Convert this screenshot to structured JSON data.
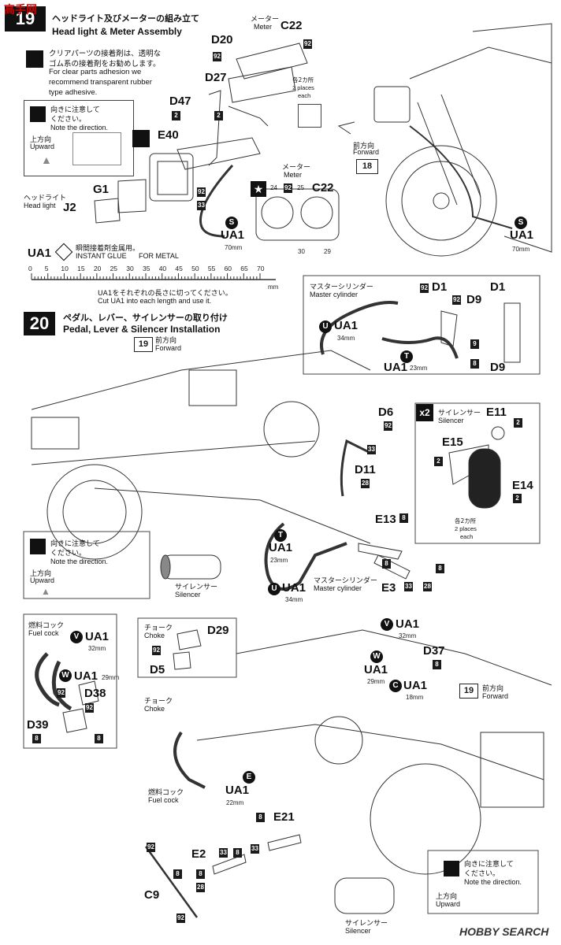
{
  "watermark": {
    "site_logo_text": "高手网",
    "corner_brand": "HOBBY SEARCH"
  },
  "step19": {
    "number": "19",
    "title_jp": "ヘッドライト及びメーターの組み立て",
    "title_en": "Head light & Meter Assembly",
    "note_jp_1": "クリアパーツの接着剤は、透明な",
    "note_jp_2": "ゴム系の接着剤をお勧めします。",
    "note_en_1": "For clear parts adhesion we",
    "note_en_2": "recommend transparent rubber",
    "note_en_3": "type adhesive.",
    "direction_jp_1": "向きに注意して",
    "direction_jp_2": "ください。",
    "direction_en": "Note the direction.",
    "upward_jp": "上方向",
    "upward_en": "Upward",
    "headlight_jp": "ヘッドライト",
    "headlight_en": "Head light",
    "meter_jp": "メーター",
    "meter_en": "Meter",
    "places_jp": "各2カ所",
    "places_en_1": "2 places",
    "places_en_2": "each",
    "forward_jp": "前方向",
    "forward_en": "Forward",
    "ref_step": "18",
    "parts": {
      "c22_top": "C22",
      "d20": "D20",
      "d27": "D27",
      "d47": "D47",
      "e40": "E40",
      "g1": "G1",
      "j2": "J2",
      "c22_meter": "C22",
      "ua1_s": "UA1",
      "ua1_s_right": "UA1"
    },
    "colors": {
      "c92": "92",
      "c2a": "2",
      "c2b": "2",
      "c33": "33",
      "c92b": "92",
      "c24": "24",
      "c92c": "92",
      "c25": "25",
      "c30": "30",
      "c29": "29"
    },
    "tube_letter": "S",
    "tube_len": "70mm",
    "tube_len_right": "70mm"
  },
  "ua1_ruler": {
    "label": "UA1",
    "desc_jp": "瞬間接着剤金属用。",
    "desc_en_1": "INSTANT GLUE",
    "desc_en_2": "FOR METAL",
    "ticks": [
      "0",
      "5",
      "10",
      "15",
      "20",
      "25",
      "30",
      "35",
      "40",
      "45",
      "50",
      "55",
      "60",
      "65",
      "70"
    ],
    "unit": "mm",
    "cut_jp": "UA1をそれぞれの長さに切ってください。",
    "cut_en": "Cut UA1 into each length and use it."
  },
  "step20": {
    "number": "20",
    "title_jp": "ペダル、レバー、サイレンサーの取り付け",
    "title_en": "Pedal, Lever & Silencer Installation",
    "ref_step": "19",
    "forward_jp": "前方向",
    "forward_en": "Forward",
    "master_jp": "マスターシリンダー",
    "master_en": "Master cylinder",
    "silencer_jp": "サイレンサー",
    "silencer_en": "Silencer",
    "x2": "x2",
    "places_jp": "各2カ所",
    "places_en_1": "2 places",
    "places_en_2": "each",
    "direction_jp_1": "向きに注意して",
    "direction_jp_2": "ください。",
    "direction_en": "Note the direction.",
    "upward_jp": "上方向",
    "upward_en": "Upward",
    "parts": {
      "d1": "D1",
      "d9": "D9",
      "d1b": "D1",
      "d9b": "D9",
      "ua1_u": "UA1",
      "ua1_t": "UA1",
      "d6": "D6",
      "d11": "D11",
      "e11": "E11",
      "e15": "E15",
      "e14": "E14",
      "e13": "E13",
      "e3": "E3",
      "ua1_t2": "UA1",
      "ua1_u2": "UA1"
    },
    "lens": {
      "u": "34mm",
      "t": "23mm",
      "t2": "23mm",
      "u2": "34mm"
    }
  },
  "step21": {
    "fuel_jp": "燃料コック",
    "fuel_en": "Fuel cock",
    "choke_jp": "チョーク",
    "choke_en": "Choke",
    "ref_step": "19",
    "forward_jp": "前方向",
    "forward_en": "Forward",
    "silencer_jp": "サイレンサー",
    "silencer_en": "Silencer",
    "direction_jp_1": "向きに注意して",
    "direction_jp_2": "ください。",
    "direction_en": "Note the direction.",
    "upward_jp": "上方向",
    "upward_en": "Upward",
    "parts": {
      "ua1_v": "UA1",
      "ua1_w": "UA1",
      "d38": "D38",
      "d39": "D39",
      "d29": "D29",
      "d5": "D5",
      "ua1_v2": "UA1",
      "d37": "D37",
      "ua1_w2": "UA1",
      "ua1_c": "UA1",
      "ua1_e": "UA1",
      "e21": "E21",
      "e2": "E2",
      "c9": "C9"
    },
    "lens": {
      "v": "32mm",
      "w": "29mm",
      "v2": "32mm",
      "w2": "29mm",
      "c": "18mm",
      "e": "22mm"
    }
  }
}
